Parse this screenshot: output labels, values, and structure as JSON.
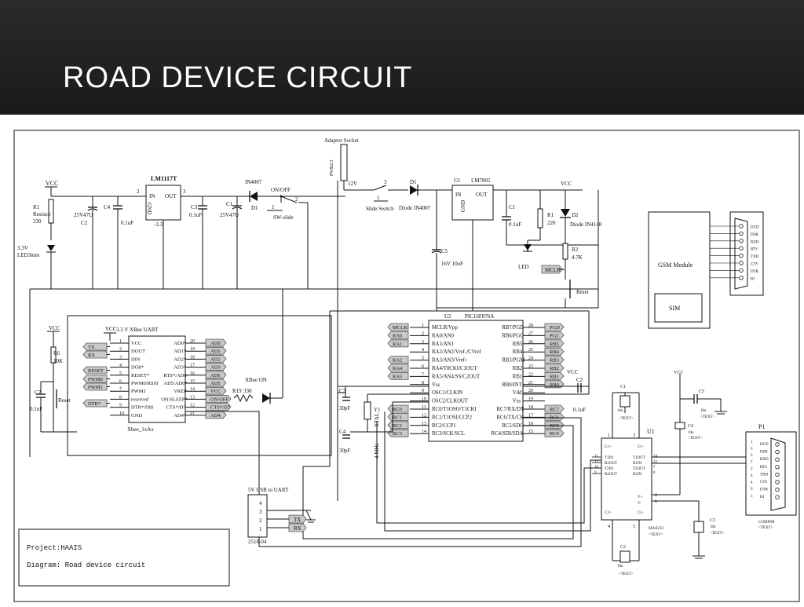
{
  "slide": {
    "title": "ROAD DEVICE CIRCUIT"
  },
  "info": {
    "project": "Project:HAAIS",
    "diagram": "Diagram: Road device circuit"
  },
  "power": {
    "adaptor": "Adaptor Socket",
    "pwr": "PWR2.5",
    "v12": "12V",
    "slide_switch": "Slide Switch",
    "d1": "D1",
    "d1_part": "Diode IN4007",
    "u1": "U1",
    "lm7805": "LM7805",
    "in": "IN",
    "out": "OUT",
    "gnd": "GND",
    "c5": "C5",
    "c5_val": "16V 10uF",
    "c1": "C1",
    "c1_val": "0.1uF",
    "r1": "R1",
    "r1_val": "220",
    "d2": "D2",
    "d2_part": "Diode IN4148",
    "led": "LED",
    "r2": "R2",
    "r2_val": "4.7K",
    "mclr": "MCLR",
    "reset": "Reset",
    "vcc": "VCC"
  },
  "reg33": {
    "vcc": "VCC",
    "r1": "R1",
    "r1_part": "Resistor",
    "r1_val": "330",
    "led": "3.3V",
    "led2": "LED3mm",
    "c2": "C2",
    "c2_val": "25V47U",
    "c4": "C4",
    "c4_val": "0.1uF",
    "lm1117": "LM1117T",
    "in": "IN",
    "out": "OUT",
    "gnd": "GND",
    "v33": "-3.3",
    "c3": "C3",
    "c3_val": "0.1uF",
    "c1": "C1",
    "c1_val": "25V47U",
    "in4007": "IN4007",
    "d1": "D1",
    "onoff": "ON/OFF",
    "sw": "SW-slide"
  },
  "xbee": {
    "title": "3.3 V XBee UART",
    "vcc": "VCC",
    "r6": "R6",
    "r6_val": "10K",
    "c7": "C7",
    "c7_val": "0.1uF",
    "reset": "Reset",
    "name": "Xbee_1xAx",
    "left_pins": [
      "VCC",
      "DOUT",
      "DIN",
      "DO8*",
      "RESET*",
      "PWM0/RSSI",
      "PWM1",
      "reserved",
      "DTR*/DI8",
      "GND"
    ],
    "left_nums": [
      "1",
      "2",
      "3",
      "4",
      "5",
      "6",
      "7",
      "8",
      "9",
      "10"
    ],
    "right_pins": [
      "AD0*",
      "AD1*",
      "AD2*",
      "AD3*",
      "RTS*/AD6",
      "AD5/AD0*",
      "VREF",
      "ON/SLEEP*",
      "CTS*/D7",
      "AD4*"
    ],
    "right_nums": [
      "20",
      "19",
      "18",
      "17",
      "16",
      "15",
      "14",
      "13",
      "12",
      "11"
    ],
    "left_labels": [
      "TX",
      "RX",
      "RESET",
      "PWM0",
      "PWM1",
      "DTR*"
    ],
    "right_labels": [
      "AD0",
      "AD1",
      "AD2",
      "AD3",
      "AD6",
      "AD5",
      "VCC",
      "ON/OFF",
      "CTS*/D7",
      "AD4"
    ],
    "r19": "R19",
    "r19_val": "330",
    "xbee_on": "XBee ON"
  },
  "pic": {
    "u2": "U2",
    "part": "PIC16F876A",
    "left_pins": [
      "MCLR/Vpp",
      "RA0/AN0",
      "RA1/AN1",
      "RA2/AN2/Vref-/CVref",
      "RA3/AN3/Vref+",
      "RA4/T0CKI/C1OUT",
      "RA5/AN4/SS/C2OUT",
      "Vss",
      "OSC1/CLKIN",
      "OSC2/CLKOUT",
      "RC0/T1OSO/T1CKI",
      "RC1/T1OSI/CCP2",
      "RC2/CCP1",
      "RC3/SCK/SCL"
    ],
    "left_nums": [
      "1",
      "2",
      "3",
      "4",
      "5",
      "6",
      "7",
      "8",
      "9",
      "10",
      "11",
      "12",
      "13",
      "14"
    ],
    "right_pins": [
      "RB7/PGD",
      "RB6/PGC",
      "RB5",
      "RB4",
      "RB3/PGM",
      "RB2",
      "RB1",
      "RB0/INT",
      "Vdd",
      "Vss",
      "RC7/RX/DT",
      "RC6/TX/CK",
      "RC5/SDO",
      "RC4/SDI/SDA"
    ],
    "right_nums": [
      "28",
      "27",
      "26",
      "25",
      "24",
      "23",
      "22",
      "21",
      "20",
      "19",
      "18",
      "17",
      "16",
      "15"
    ],
    "left_labels": [
      "MCLR",
      "RA0",
      "RA1",
      "RA2",
      "RA4",
      "RA5",
      "RC0",
      "RC1",
      "RC2",
      "RC3"
    ],
    "right_labels": [
      "PGD",
      "PGC",
      "RB5",
      "RB4",
      "RB3",
      "RB2",
      "RB1",
      "RB0",
      "RC7",
      "RC6",
      "RC5",
      "RC4"
    ],
    "c3": "C3",
    "c3_val": "30pF",
    "c4": "C4",
    "c4_val": "30pF",
    "y1": "Y1",
    "xtal": "XTAL",
    "freq": "4 MHz",
    "c2": "C2",
    "c2_val": "0.1uF",
    "vcc": "VCC"
  },
  "gsm": {
    "module": "GSM Module",
    "sim": "SIM",
    "pins": [
      "DCD",
      "DSR",
      "RXD",
      "RTS",
      "TXD",
      "CTS",
      "DTR",
      "RI"
    ]
  },
  "usb": {
    "title": "5V USB to UART",
    "pins": [
      "4",
      "3",
      "2",
      "1"
    ],
    "tx": "TX",
    "rx": "RX",
    "part": "2510-04"
  },
  "max": {
    "u1": "U1",
    "c1": "C1",
    "c1_val": "10u",
    "c2": "C2",
    "c2_val": "10u",
    "c3": "C3",
    "c3_val": "10u",
    "c4": "C4",
    "c4_val": "10u",
    "c5": "C5",
    "c5_val": "10u",
    "text": "<TEXT>",
    "vcc": "VCC",
    "part": "MAX232",
    "c1p": "C1+",
    "c1m": "C1-",
    "c2p": "C2+",
    "c2m": "C2-",
    "left": [
      "T1IN",
      "R1OUT",
      "T2IN",
      "R2OUT"
    ],
    "left_nums": [
      "11",
      "12",
      "10",
      "9"
    ],
    "right": [
      "T1OUT",
      "R1IN",
      "T2OUT",
      "R2IN"
    ],
    "right_nums": [
      "14",
      "13",
      "7",
      "8"
    ],
    "vp": "V+",
    "vm": "V-",
    "n1": "1",
    "n3": "3",
    "n4": "4",
    "n5": "5",
    "n2": "2",
    "n6": "6",
    "p1": "P1",
    "p1_pins": [
      "DCD",
      "DSR",
      "RXD",
      "RTS",
      "TXD",
      "CTS",
      "DTR",
      "RI"
    ],
    "p1_nums": [
      "1",
      "6",
      "2",
      "7",
      "3",
      "8",
      "4",
      "9",
      "5"
    ],
    "compim": "COMPIM"
  }
}
